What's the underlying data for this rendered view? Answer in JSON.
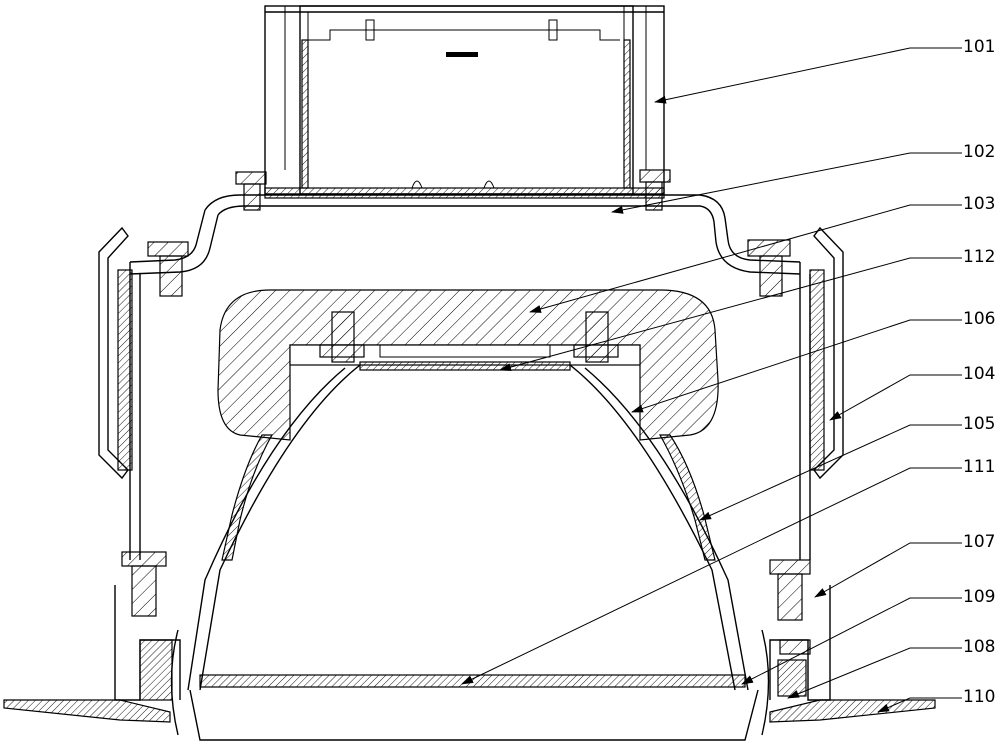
{
  "figure": {
    "labels": [
      {
        "id": "101",
        "text": "101"
      },
      {
        "id": "102",
        "text": "102"
      },
      {
        "id": "103",
        "text": "103"
      },
      {
        "id": "112",
        "text": "112"
      },
      {
        "id": "106",
        "text": "106"
      },
      {
        "id": "104",
        "text": "104"
      },
      {
        "id": "105",
        "text": "105"
      },
      {
        "id": "111",
        "text": "111"
      },
      {
        "id": "107",
        "text": "107"
      },
      {
        "id": "109",
        "text": "109"
      },
      {
        "id": "108",
        "text": "108"
      },
      {
        "id": "110",
        "text": "110"
      }
    ]
  }
}
